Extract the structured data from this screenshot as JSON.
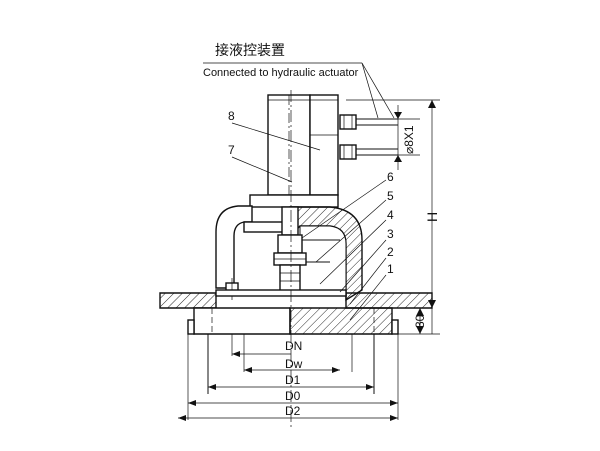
{
  "header": {
    "title_cn": "接液控装置",
    "title_en": "Connected to hydraulic actuator"
  },
  "part_callouts": [
    "8",
    "7",
    "6",
    "5",
    "4",
    "3",
    "2",
    "1"
  ],
  "dimensions": {
    "pipe": "⌀8X1",
    "height": "H",
    "flange_thickness": "30",
    "dn": "DN",
    "dw": "Dw",
    "d1": "D1",
    "d0": "D0",
    "d2": "D2"
  },
  "colors": {
    "line": "#111111",
    "background": "#ffffff"
  }
}
